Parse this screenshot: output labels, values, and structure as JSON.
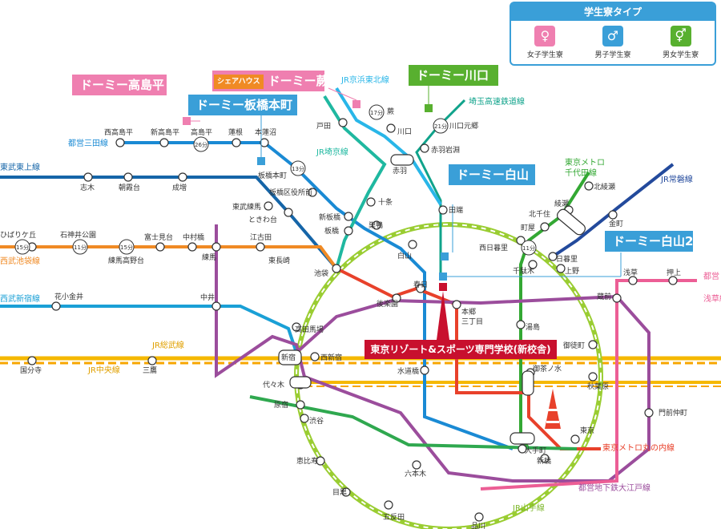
{
  "legend": {
    "title": "学生寮タイプ",
    "items": [
      {
        "label": "女子学生寮",
        "color": "#ef7fb0",
        "icon": "female-icon",
        "glyph": "♀"
      },
      {
        "label": "男子学生寮",
        "color": "#3a9fd8",
        "icon": "male-icon",
        "glyph": "♂"
      },
      {
        "label": "男女学生寮",
        "color": "#58b02f",
        "icon": "couple-icon",
        "glyph": "⚥"
      }
    ]
  },
  "dorms": {
    "takashimadaira": "ドーミー高島平",
    "itabashi": "ドーミー板橋本町",
    "warabi": "ドーミー蕨",
    "warabi_tag": "シェアハウス",
    "kawaguchi": "ドーミー川口",
    "hakusan": "ドーミー白山",
    "hakusan2": "ドーミー白山2"
  },
  "school": "東京リゾート&スポーツ専門学校(新校舎)",
  "lines": {
    "tobu_tojo": "東武東上線",
    "seibu_ikebukuro": "西武池袋線",
    "seibu_shinjuku": "西武新宿線",
    "toei_mita": "都営三田線",
    "jr_keihin": "JR京浜東北線",
    "saitama_rapid": "埼玉高速鉄道線",
    "jr_saikyo": "JR埼京線",
    "jr_sobu": "JR総武線",
    "jr_chuo": "JR中央線",
    "chiyoda_a": "東京メトロ",
    "chiyoda_b": "千代田線",
    "jr_joban": "JR常磐線",
    "toei_asakusa_a": "都営",
    "toei_asakusa_b": "浅草線",
    "marunouchi": "東京メトロ丸の内線",
    "oedo": "都営地下鉄大江戸線",
    "yamanote": "JR山手線"
  },
  "badges": {
    "takashimadaira": "26分",
    "itabashi": "13分",
    "warabi": "17分",
    "kawaguchi": "21分",
    "hakusan2": "11分",
    "hibarigaoka": "15分",
    "shakujii": "11分",
    "nerima_takanodai": "15分"
  },
  "stations": {
    "nishitakashimadaira": "西高島平",
    "shintakashimadaira": "新高島平",
    "takashimadaira": "高島平",
    "hasune": "蓮根",
    "motohasunuma": "本蓮沼",
    "itabashihoncho": "板橋本町",
    "toda": "戸田",
    "warabi": "蕨",
    "kawaguchi": "川口",
    "kawaguchimotogo": "川口元郷",
    "akabaneiwabuchi": "赤羽岩淵",
    "akabane": "赤羽",
    "shimura": "志木",
    "asakadai": "朝霞台",
    "narimasu": "成増",
    "itabashikuyakushomae": "板橋区役所前",
    "tobunerima": "東武練馬",
    "tokiwadai": "ときわ台",
    "shinitabashi": "新板橋",
    "itabashi": "板橋",
    "jujo": "十条",
    "sugamo": "巣鴨",
    "tabata": "田端",
    "hakusan": "白山",
    "hibarigaoka": "ひばりケ丘",
    "shakujiikoen": "石神井公園",
    "fujimidai": "富士見台",
    "nakamurabashi": "中村橋",
    "nerimatakanodai": "練馬高野台",
    "nerima": "練馬",
    "ekoda": "江古田",
    "higashinagasaki": "東長崎",
    "ikebukuro": "池袋",
    "kotakemukaihara": "北綾瀬",
    "ayase": "綾瀬",
    "kitasenju": "北千住",
    "machiya": "町屋",
    "nishinippori": "西日暮里",
    "kanamachi": "金町",
    "nippori": "日暮里",
    "sendagi": "千駄木",
    "ueno": "上野",
    "hanakoganei": "花小金井",
    "nakai": "中井",
    "takadanobaba": "高田馬場",
    "kasuga": "春日",
    "korakuen": "後楽園",
    "hongo_a": "本郷",
    "hongo_b": "三丁目",
    "yushima": "湯島",
    "asakusa": "浅草",
    "oshiage": "押上",
    "kuramae": "蔵前",
    "okachimachi": "御徒町",
    "kokubunji": "国分寺",
    "mitaka": "三鷹",
    "shinjuku": "新宿",
    "nishishinjuku": "西新宿",
    "suidobashi": "水道橋",
    "ochanomizu": "御茶ノ水",
    "akihabara": "秋葉原",
    "yoyogi": "代々木",
    "harajuku": "原宿",
    "shibuya": "渋谷",
    "monzennakacho": "門前仲町",
    "tokyo": "東京",
    "otemachi": "大手町",
    "shinbashi": "新橋",
    "roppongi": "六本木",
    "ebisu": "恵比寿",
    "meguro": "目黒",
    "gotanda": "五反田",
    "shinagawa": "品川"
  }
}
